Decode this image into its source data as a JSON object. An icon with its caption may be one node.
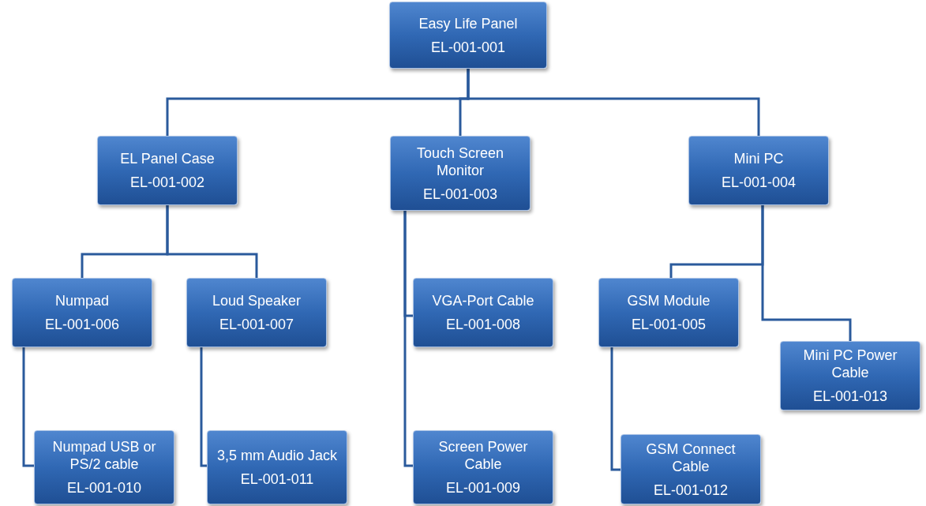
{
  "diagram": {
    "nodes": [
      {
        "text": [
          "Easy Life Panel",
          "EL-001-001"
        ]
      },
      {
        "text": [
          "EL Panel Case",
          "EL-001-002"
        ]
      },
      {
        "text": [
          "Touch Screen Monitor",
          "EL-001-003"
        ]
      },
      {
        "text": [
          "Mini PC",
          "EL-001-004"
        ]
      },
      {
        "text": [
          "Numpad",
          "EL-001-006"
        ]
      },
      {
        "text": [
          "Loud Speaker",
          "EL-001-007"
        ]
      },
      {
        "text": [
          "VGA-Port Cable",
          "EL-001-008"
        ]
      },
      {
        "text": [
          "GSM Module",
          "EL-001-005"
        ]
      },
      {
        "text": [
          "Mini PC Power Cable",
          "EL-001-013"
        ]
      },
      {
        "text": [
          "Numpad USB or PS/2 cable",
          "EL-001-010"
        ]
      },
      {
        "text": [
          "3,5 mm Audio Jack",
          "EL-001-011"
        ]
      },
      {
        "text": [
          "Screen Power Cable",
          "EL-001-009"
        ]
      },
      {
        "text": [
          "GSM Connect Cable",
          "EL-001-012"
        ]
      }
    ],
    "edges": [
      {
        "from": 0,
        "to": 1,
        "arrow": "none"
      },
      {
        "from": 0,
        "to": 2,
        "arrow": "none"
      },
      {
        "from": 0,
        "to": 3,
        "arrow": "none"
      },
      {
        "from": 1,
        "to": 4,
        "arrow": "none"
      },
      {
        "from": 1,
        "to": 5,
        "arrow": "none"
      },
      {
        "from": 2,
        "to": 6,
        "arrow": "none"
      },
      {
        "from": 2,
        "to": 11,
        "arrow": "none"
      },
      {
        "from": 3,
        "to": 7,
        "arrow": "none"
      },
      {
        "from": 3,
        "to": 8,
        "arrow": "none"
      },
      {
        "from": 4,
        "to": 9,
        "arrow": "none"
      },
      {
        "from": 5,
        "to": 10,
        "arrow": "none"
      },
      {
        "from": 7,
        "to": 12,
        "arrow": "none"
      }
    ]
  }
}
